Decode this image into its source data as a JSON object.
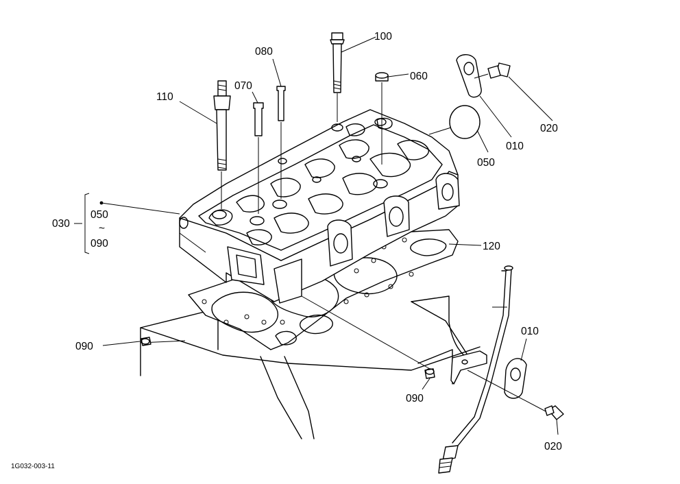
{
  "callouts": {
    "c100": "100",
    "c080": "080",
    "c070": "070",
    "c110": "110",
    "c060": "060",
    "c010_top": "010",
    "c020_top": "020",
    "c050_plug": "050",
    "c120": "120",
    "c090_left": "090",
    "c090_mid": "090",
    "c010_bot": "010",
    "c020_bot": "020"
  },
  "group": {
    "id": "030",
    "range_start": "050",
    "range_sep": "~",
    "range_end": "090"
  },
  "figure_code": "1G032-003-11"
}
